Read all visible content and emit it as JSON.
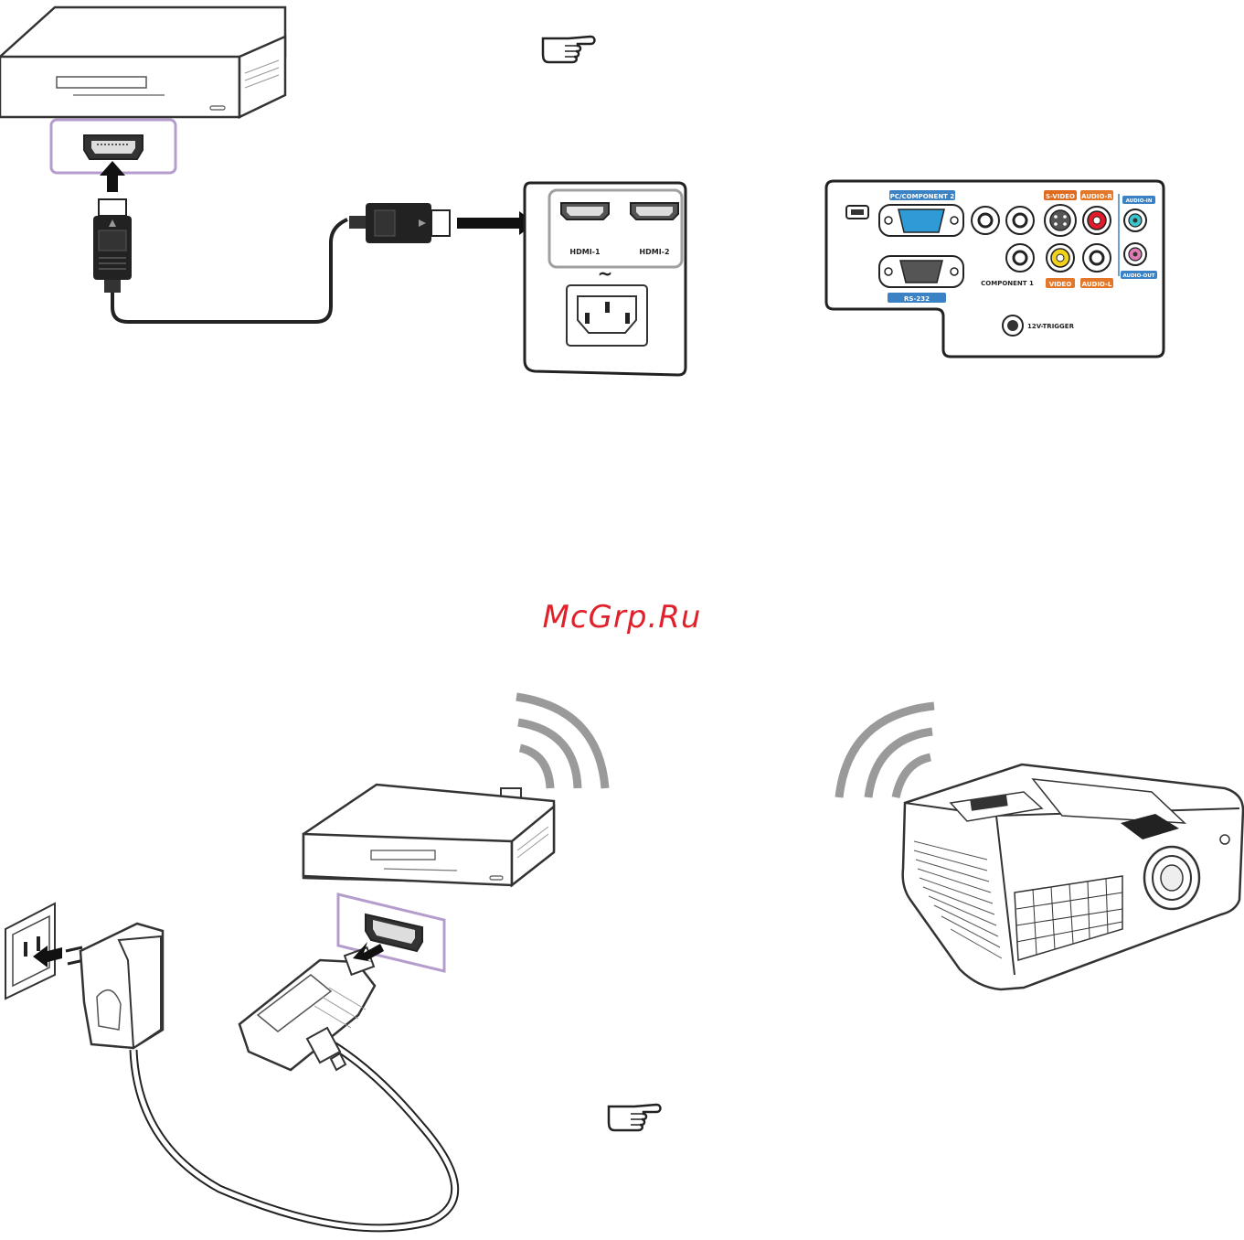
{
  "page": {
    "watermark": "McGrp.Ru"
  },
  "hdmi_panel": {
    "port1": "HDMI-1",
    "port2": "HDMI-2",
    "power_symbol": "~"
  },
  "io_panel": {
    "pc_component2": "PC/COMPONENT 2",
    "rs232": "RS-232",
    "s_video": "S-VIDEO",
    "audio_r": "AUDIO-R",
    "audio_in": "AUDIO-IN",
    "component1": "COMPONENT 1",
    "video": "VIDEO",
    "audio_l": "AUDIO-L",
    "audio_out": "AUDIO-OUT",
    "trigger": "12V-TRIGGER"
  },
  "colors": {
    "highlight_frame": "#b49ccc",
    "blue_label": "#3a82c4",
    "orange_label": "#e4782a",
    "s_video_label": "#e06a1e",
    "vga_blue": "#2e9ad6",
    "rca_red": "#e21a2a",
    "rca_yellow": "#f2d21a",
    "jack_cyan": "#3cc4cc",
    "jack_pink": "#e07cb4",
    "watermark": "#e0202a"
  }
}
